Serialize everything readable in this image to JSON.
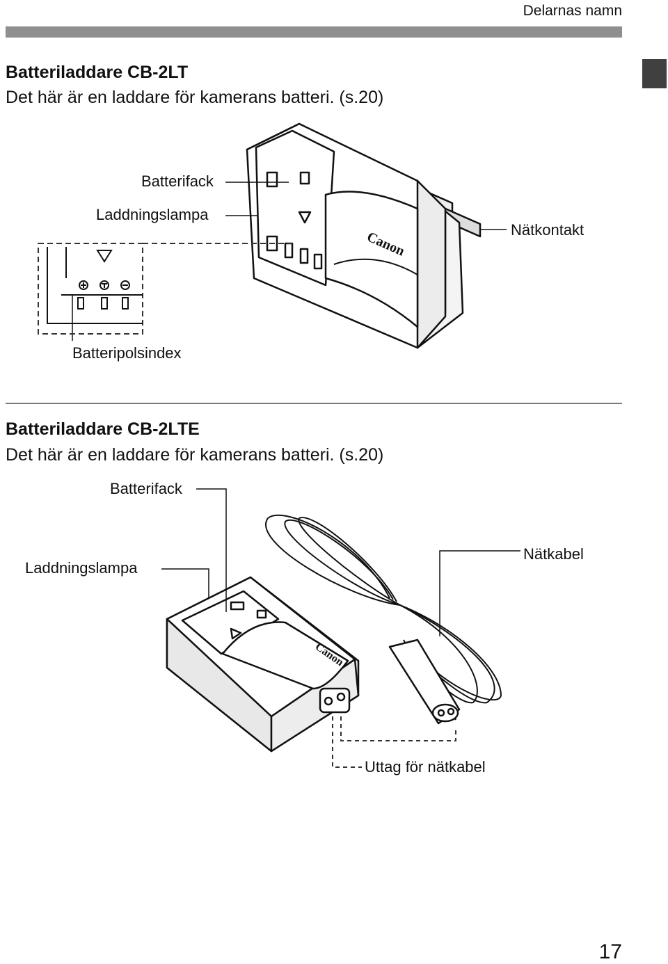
{
  "header": {
    "section_label": "Delarnas namn"
  },
  "section1": {
    "title": "Batteriladdare CB-2LT",
    "description": "Det här är en laddare för kamerans batteri. (s.20)",
    "labels": {
      "battery_slot": "Batterifack",
      "charge_lamp": "Laddningslampa",
      "plug": "Nätkontakt",
      "polarity_index": "Batteripolsindex"
    },
    "brand_logo": "Canon"
  },
  "section2": {
    "title": "Batteriladdare CB-2LTE",
    "description": "Det här är en laddare för kamerans batteri. (s.20)",
    "labels": {
      "battery_slot": "Batterifack",
      "charge_lamp": "Laddningslampa",
      "power_cord": "Nätkabel",
      "cord_socket": "Uttag för nätkabel"
    },
    "brand_logo": "Canon"
  },
  "footer": {
    "page_number": "17"
  }
}
